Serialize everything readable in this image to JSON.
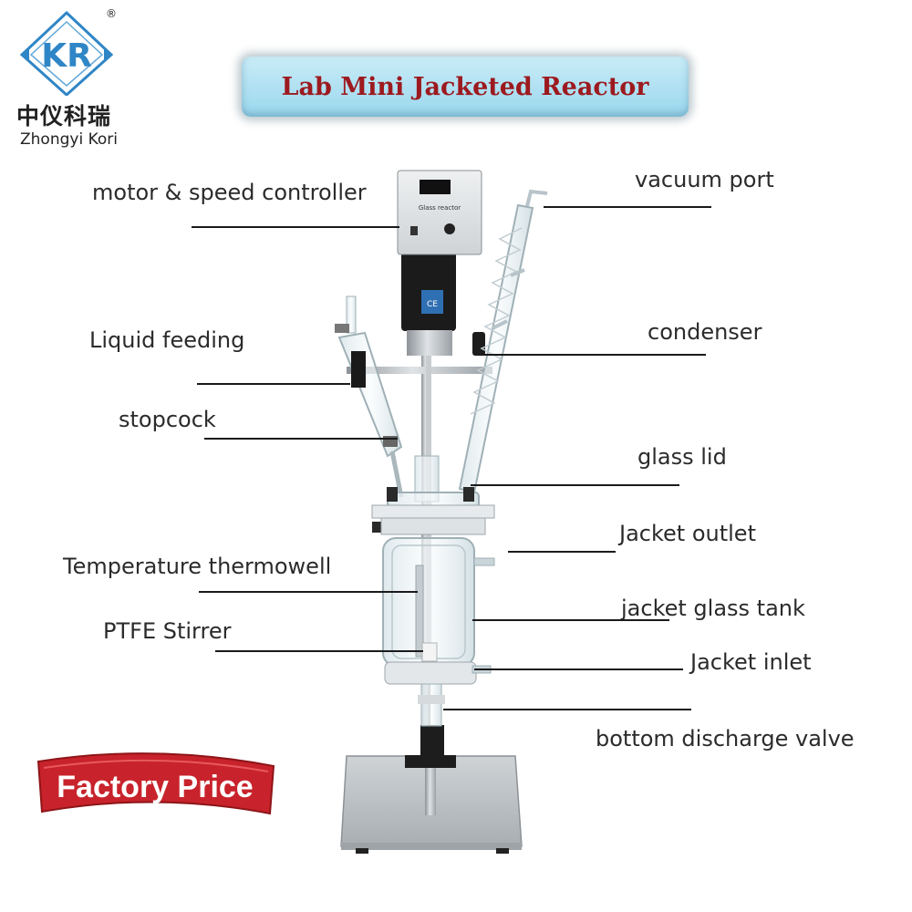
{
  "brand": {
    "name_cn": "中仪科瑞",
    "name_en": "Zhongyi Kori",
    "registered_mark": "®",
    "logo_letters": "KR",
    "logo_color": "#2f86c6"
  },
  "title": "Lab Mini Jacketed Reactor",
  "badge": "Factory Price",
  "device_panel": {
    "title": "Glass reactor",
    "badge": "CE"
  },
  "labels": {
    "motor_speed_controller": "motor & speed controller",
    "vacuum_port": "vacuum port",
    "liquid_feeding": "Liquid feeding",
    "condenser": "condenser",
    "stopcock": "stopcock",
    "glass_lid": "glass lid",
    "jacket_outlet": "Jacket outlet",
    "temperature_thermowell": "Temperature thermowell",
    "jacket_glass_tank": "jacket glass tank",
    "ptfe_stirrer": "PTFE Stirrer",
    "jacket_inlet": "Jacket inlet",
    "bottom_discharge_valve": "bottom discharge valve"
  },
  "colors": {
    "title_text": "#9c1a1f",
    "banner_bg": "#a9dff1",
    "badge_bg": "#c8232c",
    "label_text": "#2b2b2b",
    "leader_line": "#1a1a1a"
  }
}
